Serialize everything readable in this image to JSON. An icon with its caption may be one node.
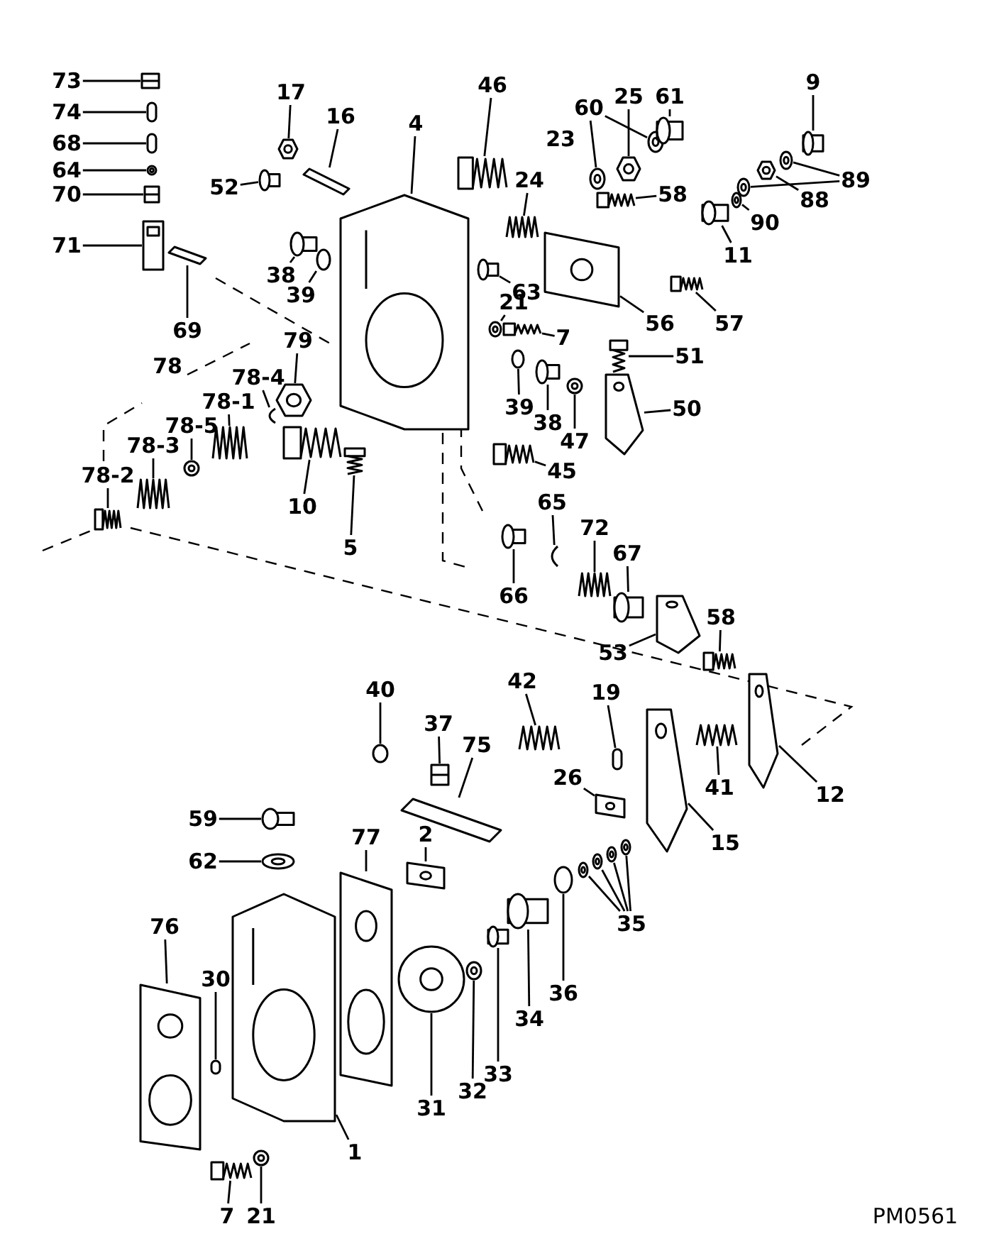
{
  "diagram": {
    "nodes": [
      {
        "text": [
          "73"
        ]
      },
      {
        "text": [
          "74"
        ]
      },
      {
        "text": [
          "68"
        ]
      },
      {
        "text": [
          "64"
        ]
      },
      {
        "text": [
          "70"
        ]
      },
      {
        "text": [
          "71"
        ]
      },
      {
        "text": [
          "17"
        ]
      },
      {
        "text": [
          "16"
        ]
      },
      {
        "text": [
          "4"
        ]
      },
      {
        "text": [
          "46"
        ]
      },
      {
        "text": [
          "60"
        ]
      },
      {
        "text": [
          "25"
        ]
      },
      {
        "text": [
          "61"
        ]
      },
      {
        "text": [
          "9"
        ]
      },
      {
        "text": [
          "24"
        ]
      },
      {
        "text": [
          "58"
        ]
      },
      {
        "text": [
          "89"
        ]
      },
      {
        "text": [
          "88"
        ]
      },
      {
        "text": [
          "90"
        ]
      },
      {
        "text": [
          "11"
        ]
      },
      {
        "text": [
          "52"
        ]
      },
      {
        "text": [
          "38"
        ]
      },
      {
        "text": [
          "39"
        ]
      },
      {
        "text": [
          "69"
        ]
      },
      {
        "text": [
          "63"
        ]
      },
      {
        "text": [
          "21"
        ]
      },
      {
        "text": [
          "7"
        ]
      },
      {
        "text": [
          "56"
        ]
      },
      {
        "text": [
          "57"
        ]
      },
      {
        "text": [
          "79"
        ]
      },
      {
        "text": [
          "78-4"
        ]
      },
      {
        "text": [
          "78-1"
        ]
      },
      {
        "text": [
          "78-5"
        ]
      },
      {
        "text": [
          "78-3"
        ]
      },
      {
        "text": [
          "78-2"
        ]
      },
      {
        "text": [
          "10"
        ]
      },
      {
        "text": [
          "5"
        ]
      },
      {
        "text": [
          "51"
        ]
      },
      {
        "text": [
          "39"
        ]
      },
      {
        "text": [
          "38"
        ]
      },
      {
        "text": [
          "47"
        ]
      },
      {
        "text": [
          "50"
        ]
      },
      {
        "text": [
          "45"
        ]
      },
      {
        "text": [
          "65"
        ]
      },
      {
        "text": [
          "72"
        ]
      },
      {
        "text": [
          "67"
        ]
      },
      {
        "text": [
          "66"
        ]
      },
      {
        "text": [
          "58"
        ]
      },
      {
        "text": [
          "53"
        ]
      },
      {
        "text": [
          "40"
        ]
      },
      {
        "text": [
          "37"
        ]
      },
      {
        "text": [
          "75"
        ]
      },
      {
        "text": [
          "42"
        ]
      },
      {
        "text": [
          "19"
        ]
      },
      {
        "text": [
          "26"
        ]
      },
      {
        "text": [
          "41"
        ]
      },
      {
        "text": [
          "12"
        ]
      },
      {
        "text": [
          "15"
        ]
      },
      {
        "text": [
          "59"
        ]
      },
      {
        "text": [
          "62"
        ]
      },
      {
        "text": [
          "77"
        ]
      },
      {
        "text": [
          "2"
        ]
      },
      {
        "text": [
          "76"
        ]
      },
      {
        "text": [
          "30"
        ]
      },
      {
        "text": [
          "35"
        ]
      },
      {
        "text": [
          "34"
        ]
      },
      {
        "text": [
          "36"
        ]
      },
      {
        "text": [
          "31"
        ]
      },
      {
        "text": [
          "32"
        ]
      },
      {
        "text": [
          "33"
        ]
      },
      {
        "text": [
          "1"
        ]
      },
      {
        "text": [
          "7"
        ]
      },
      {
        "text": [
          "21"
        ]
      },
      {
        "text": [],
        "shape": "box"
      },
      {
        "text": [],
        "shape": "box"
      },
      {
        "text": [],
        "shape": "box"
      },
      {
        "text": [],
        "shape": "circle"
      },
      {
        "text": [],
        "shape": "box"
      },
      {
        "text": [],
        "shape": "picture"
      },
      {
        "text": [],
        "shape": "picture"
      },
      {
        "text": [],
        "shape": "picture"
      },
      {
        "text": [],
        "shape": "picture"
      },
      {
        "text": [],
        "shape": "picture"
      },
      {
        "text": [],
        "shape": "circle"
      },
      {
        "text": [],
        "shape": "circle"
      },
      {
        "text": [],
        "shape": "picture"
      },
      {
        "text": [],
        "shape": "box"
      },
      {
        "text": [],
        "shape": "box"
      },
      {
        "text": [],
        "shape": "picture"
      },
      {
        "text": [],
        "shape": "picture"
      },
      {
        "text": [],
        "shape": "circle"
      },
      {
        "text": [],
        "shape": "circle"
      },
      {
        "text": [],
        "shape": "picture"
      },
      {
        "text": [],
        "shape": "circle"
      },
      {
        "text": [],
        "shape": "box"
      },
      {
        "text": [],
        "shape": "box"
      },
      {
        "text": [],
        "shape": "box"
      },
      {
        "text": [],
        "shape": "circle"
      },
      {
        "text": [],
        "shape": "picture"
      },
      {
        "text": [],
        "shape": "box"
      },
      {
        "text": [],
        "shape": "circle"
      },
      {
        "text": [],
        "shape": "box"
      },
      {
        "text": [],
        "shape": "picture"
      },
      {
        "text": [],
        "shape": "box"
      },
      {
        "text": [],
        "shape": "picture"
      },
      {
        "text": [],
        "shape": "picture"
      },
      {
        "text": [],
        "shape": "picture"
      },
      {
        "text": [],
        "shape": "circle"
      },
      {
        "text": [],
        "shape": "picture"
      },
      {
        "text": [],
        "shape": "box"
      },
      {
        "text": [],
        "shape": "picture"
      },
      {
        "text": [],
        "shape": "box"
      },
      {
        "text": [],
        "shape": "picture"
      },
      {
        "text": [],
        "shape": "circle"
      },
      {
        "text": [],
        "shape": "box"
      },
      {
        "text": [],
        "shape": "circle"
      },
      {
        "text": [],
        "shape": "picture"
      },
      {
        "text": [],
        "shape": "picture"
      },
      {
        "text": [],
        "shape": "picture"
      },
      {
        "text": [],
        "shape": "picture"
      },
      {
        "text": [],
        "shape": "box"
      },
      {
        "text": [],
        "shape": "box"
      },
      {
        "text": [],
        "shape": "box"
      },
      {
        "text": [],
        "shape": "picture"
      },
      {
        "text": [],
        "shape": "circle"
      },
      {
        "text": [],
        "shape": "box"
      },
      {
        "text": [],
        "shape": "picture"
      },
      {
        "text": [],
        "shape": "picture"
      },
      {
        "text": [],
        "shape": "box"
      },
      {
        "text": [],
        "shape": "picture"
      },
      {
        "text": [],
        "shape": "picture"
      },
      {
        "text": [],
        "shape": "picture"
      },
      {
        "text": [],
        "shape": "picture"
      },
      {
        "text": [],
        "shape": "box"
      },
      {
        "text": [],
        "shape": "circle"
      },
      {
        "text": [],
        "shape": "picture"
      },
      {
        "text": [],
        "shape": "picture"
      },
      {
        "text": [],
        "shape": "picture"
      },
      {
        "text": [],
        "shape": "box"
      },
      {
        "text": [],
        "shape": "circle"
      },
      {
        "text": [],
        "shape": "circle"
      },
      {
        "text": [],
        "shape": "circle"
      },
      {
        "text": [],
        "shape": "circle"
      },
      {
        "text": [],
        "shape": "box"
      },
      {
        "text": [],
        "shape": "circle"
      },
      {
        "text": [],
        "shape": "picture"
      },
      {
        "text": [],
        "shape": "circle"
      },
      {
        "text": [],
        "shape": "box"
      },
      {
        "text": [],
        "shape": "picture"
      },
      {
        "text": [],
        "shape": "picture"
      },
      {
        "text": [],
        "shape": "circle"
      }
    ],
    "edges": [
      {
        "from": 0,
        "to": 73,
        "arrow": "none"
      },
      {
        "from": 1,
        "to": 74,
        "arrow": "none"
      },
      {
        "from": 2,
        "to": 75,
        "arrow": "none"
      },
      {
        "from": 3,
        "to": 76,
        "arrow": "none"
      },
      {
        "from": 4,
        "to": 77,
        "arrow": "none"
      },
      {
        "from": 5,
        "to": 78,
        "arrow": "none"
      },
      {
        "from": 6,
        "to": 79,
        "arrow": "none"
      },
      {
        "from": 7,
        "to": 80,
        "arrow": "none"
      },
      {
        "from": 8,
        "to": 81,
        "arrow": "none"
      },
      {
        "from": 9,
        "to": 82,
        "arrow": "none"
      },
      {
        "from": 10,
        "to": 83,
        "arrow": "none"
      },
      {
        "from": 10,
        "to": 84,
        "arrow": "none"
      },
      {
        "from": 11,
        "to": 85,
        "arrow": "none"
      },
      {
        "from": 12,
        "to": 86,
        "arrow": "none"
      },
      {
        "from": 13,
        "to": 87,
        "arrow": "none"
      },
      {
        "from": 14,
        "to": 88,
        "arrow": "none"
      },
      {
        "from": 15,
        "to": 89,
        "arrow": "none"
      },
      {
        "from": 16,
        "to": 90,
        "arrow": "none"
      },
      {
        "from": 16,
        "to": 91,
        "arrow": "none"
      },
      {
        "from": 17,
        "to": 92,
        "arrow": "none"
      },
      {
        "from": 18,
        "to": 93,
        "arrow": "none"
      },
      {
        "from": 19,
        "to": 94,
        "arrow": "none"
      },
      {
        "from": 20,
        "to": 95,
        "arrow": "none"
      },
      {
        "from": 21,
        "to": 96,
        "arrow": "none"
      },
      {
        "from": 22,
        "to": 97,
        "arrow": "none"
      },
      {
        "from": 23,
        "to": 98,
        "arrow": "none"
      },
      {
        "from": 24,
        "to": 99,
        "arrow": "none"
      },
      {
        "from": 25,
        "to": 100,
        "arrow": "none"
      },
      {
        "from": 26,
        "to": 101,
        "arrow": "none"
      },
      {
        "from": 27,
        "to": 102,
        "arrow": "none"
      },
      {
        "from": 28,
        "to": 103,
        "arrow": "none"
      },
      {
        "from": 29,
        "to": 104,
        "arrow": "none"
      },
      {
        "from": 30,
        "to": 105,
        "arrow": "none"
      },
      {
        "from": 31,
        "to": 106,
        "arrow": "none"
      },
      {
        "from": 32,
        "to": 107,
        "arrow": "none"
      },
      {
        "from": 33,
        "to": 108,
        "arrow": "none"
      },
      {
        "from": 34,
        "to": 109,
        "arrow": "none"
      },
      {
        "from": 35,
        "to": 110,
        "arrow": "none"
      },
      {
        "from": 36,
        "to": 111,
        "arrow": "none"
      },
      {
        "from": 37,
        "to": 112,
        "arrow": "none"
      },
      {
        "from": 38,
        "to": 113,
        "arrow": "none"
      },
      {
        "from": 39,
        "to": 114,
        "arrow": "none"
      },
      {
        "from": 40,
        "to": 115,
        "arrow": "none"
      },
      {
        "from": 41,
        "to": 116,
        "arrow": "none"
      },
      {
        "from": 42,
        "to": 117,
        "arrow": "none"
      },
      {
        "from": 43,
        "to": 118,
        "arrow": "none"
      },
      {
        "from": 44,
        "to": 119,
        "arrow": "none"
      },
      {
        "from": 45,
        "to": 120,
        "arrow": "none"
      },
      {
        "from": 46,
        "to": 121,
        "arrow": "none"
      },
      {
        "from": 47,
        "to": 122,
        "arrow": "none"
      },
      {
        "from": 48,
        "to": 123,
        "arrow": "none"
      },
      {
        "from": 49,
        "to": 124,
        "arrow": "none"
      },
      {
        "from": 50,
        "to": 125,
        "arrow": "none"
      },
      {
        "from": 51,
        "to": 126,
        "arrow": "none"
      },
      {
        "from": 52,
        "to": 127,
        "arrow": "none"
      },
      {
        "from": 53,
        "to": 128,
        "arrow": "none"
      },
      {
        "from": 54,
        "to": 129,
        "arrow": "none"
      },
      {
        "from": 55,
        "to": 130,
        "arrow": "none"
      },
      {
        "from": 56,
        "to": 131,
        "arrow": "none"
      },
      {
        "from": 57,
        "to": 132,
        "arrow": "none"
      },
      {
        "from": 58,
        "to": 133,
        "arrow": "none"
      },
      {
        "from": 59,
        "to": 134,
        "arrow": "none"
      },
      {
        "from": 60,
        "to": 135,
        "arrow": "none"
      },
      {
        "from": 61,
        "to": 136,
        "arrow": "none"
      },
      {
        "from": 62,
        "to": 137,
        "arrow": "none"
      },
      {
        "from": 63,
        "to": 138,
        "arrow": "none"
      },
      {
        "from": 64,
        "to": 139,
        "arrow": "none"
      },
      {
        "from": 64,
        "to": 140,
        "arrow": "none"
      },
      {
        "from": 64,
        "to": 141,
        "arrow": "none"
      },
      {
        "from": 64,
        "to": 142,
        "arrow": "none"
      },
      {
        "from": 65,
        "to": 143,
        "arrow": "none"
      },
      {
        "from": 66,
        "to": 144,
        "arrow": "none"
      },
      {
        "from": 67,
        "to": 145,
        "arrow": "none"
      },
      {
        "from": 68,
        "to": 146,
        "arrow": "none"
      },
      {
        "from": 69,
        "to": 147,
        "arrow": "none"
      },
      {
        "from": 70,
        "to": 148,
        "arrow": "none"
      },
      {
        "from": 71,
        "to": 149,
        "arrow": "none"
      },
      {
        "from": 72,
        "to": 150,
        "arrow": "none"
      }
    ],
    "labels": [
      "78",
      "23",
      "PM0561"
    ]
  }
}
